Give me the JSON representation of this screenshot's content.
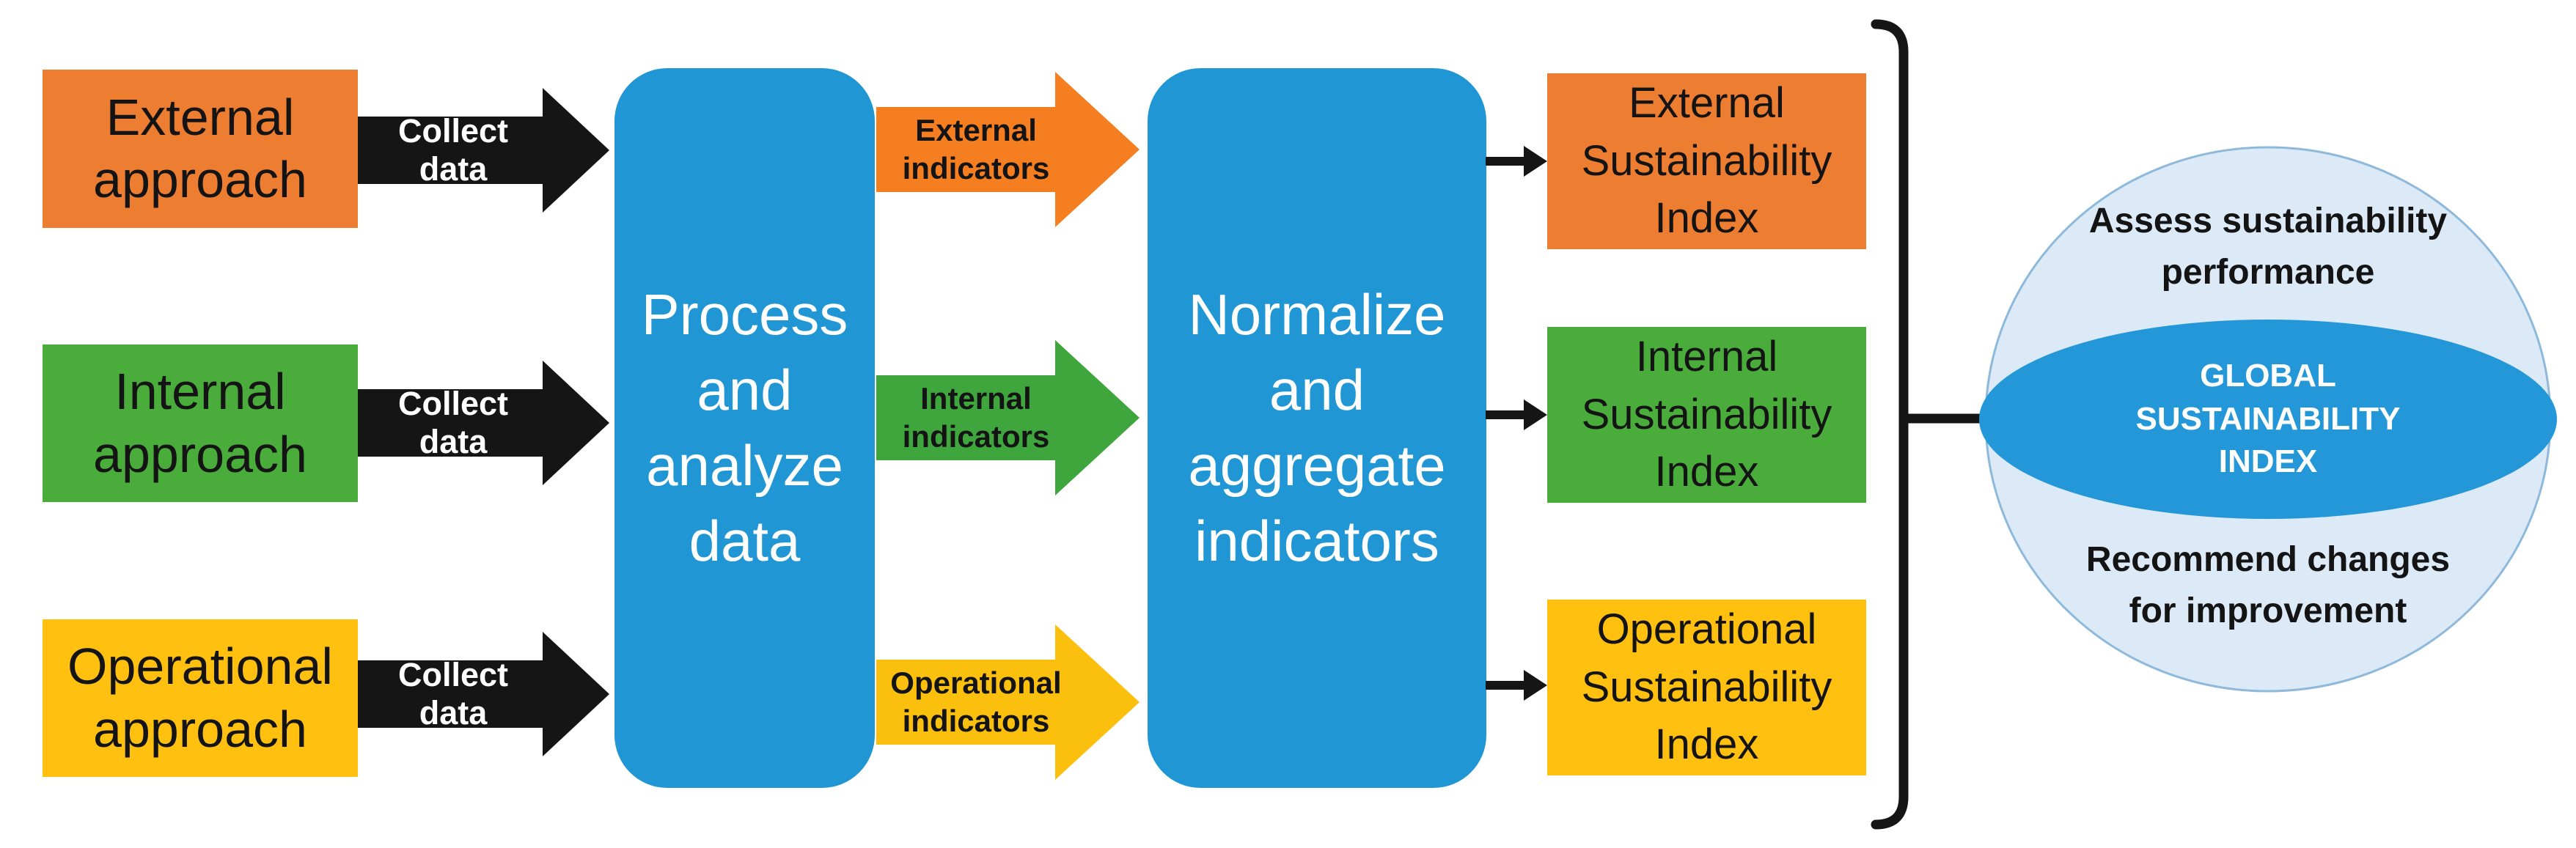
{
  "colors": {
    "orange": "#ED7D31",
    "green": "#49AC3B",
    "yellow": "#FFC010",
    "arrowOrange": "#F57E20",
    "arrowGreen": "#3FA53D",
    "arrowYellow": "#FBBF0D",
    "blue": "#2097D4",
    "black": "#151515",
    "circleFill": "#DCE9F6",
    "circleStroke": "#8FB9DA",
    "ellipseFill": "#2497D8"
  },
  "approach_boxes": [
    {
      "label": "External\napproach"
    },
    {
      "label": "Internal\napproach"
    },
    {
      "label": "Operational\napproach"
    }
  ],
  "collect_label": "Collect data",
  "process_box": {
    "label": "Process\nand\nanalyze\ndata"
  },
  "indicator_arrows": [
    {
      "label": "External\nindicators"
    },
    {
      "label": "Internal\nindicators"
    },
    {
      "label": "Operational\nindicators"
    }
  ],
  "normalize_box": {
    "label": "Normalize\nand\naggregate\nindicators"
  },
  "result_boxes": [
    {
      "label": "External\nSustainability\nIndex"
    },
    {
      "label": "Internal\nSustainability\nIndex"
    },
    {
      "label": "Operational\nSustainability\nIndex"
    }
  ],
  "global_circle": {
    "top": "Assess sustainability\nperformance",
    "center": "GLOBAL\nSUSTAINABILITY\nINDEX",
    "bottom": "Recommend changes\nfor improvement"
  }
}
